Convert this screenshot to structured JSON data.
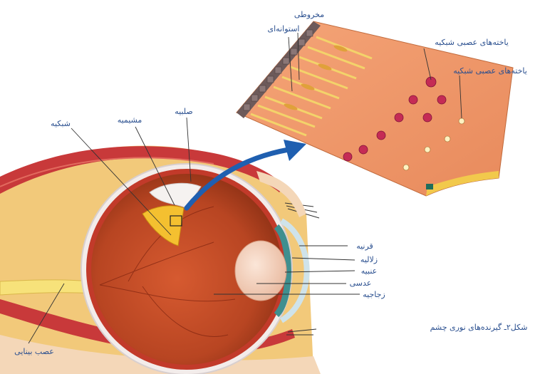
{
  "figure": {
    "caption": "شکل۲ـ گیرنده‌های نوری چشم",
    "eye_labels": {
      "retina": "شبکیه",
      "choroid": "مشیمیه",
      "sclera": "صلبیه",
      "cornea": "قرنیه",
      "aqueous": "زلالیه",
      "iris": "عنبیه",
      "lens": "عدسی",
      "vitreous": "زجاجیه",
      "optic_nerve": "عصب بینایی"
    },
    "retina_labels": {
      "cone": "مخروطی",
      "rod": "استوانه‌ای",
      "ganglion_1": "یاخته‌های عصبی شبکیه",
      "ganglion_2": "یاخته‌های عصبی شبکیه"
    },
    "colors": {
      "label_text": "#2a4f8f",
      "arrow": "#1f5fb0",
      "eyeball": "#c8502a",
      "muscle": "#c8393a",
      "fat": "#f2c97a"
    }
  }
}
